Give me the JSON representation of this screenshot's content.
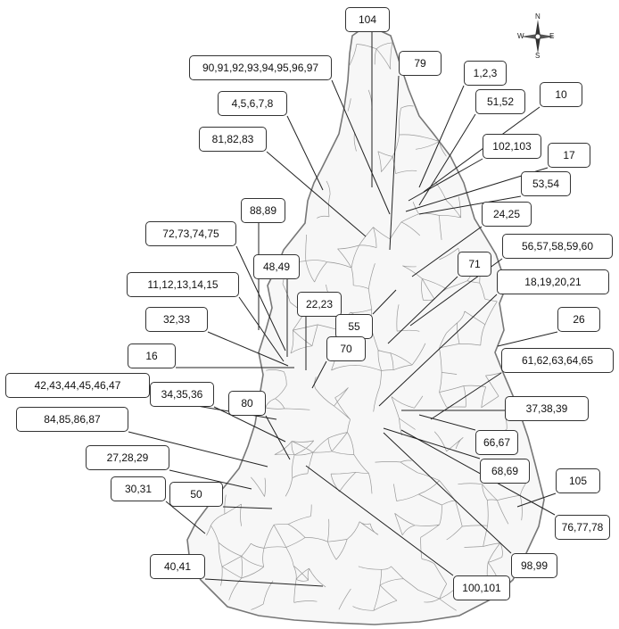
{
  "compass": {
    "n": "N",
    "s": "S",
    "e": "E",
    "w": "W"
  },
  "colors": {
    "boundary": "#999999",
    "outline": "#777777",
    "leader": "#222222",
    "box_border": "#333333"
  },
  "labels": [
    "104",
    "79",
    "90,91,92,93,94,95,96,97",
    "1,2,3",
    "4,5,6,7,8",
    "51,52",
    "10",
    "81,82,83",
    "102,103",
    "17",
    "53,54",
    "88,89",
    "24,25",
    "72,73,74,75",
    "56,57,58,59,60",
    "71",
    "48,49",
    "11,12,13,14,15",
    "18,19,20,21",
    "22,23",
    "55",
    "32,33",
    "26",
    "70",
    "16",
    "61,62,63,64,65",
    "42,43,44,45,46,47",
    "34,35,36",
    "80",
    "37,38,39",
    "84,85,86,87",
    "66,67",
    "27,28,29",
    "68,69",
    "105",
    "30,31",
    "50",
    "76,77,78",
    "40,41",
    "98,99",
    "100,101"
  ]
}
